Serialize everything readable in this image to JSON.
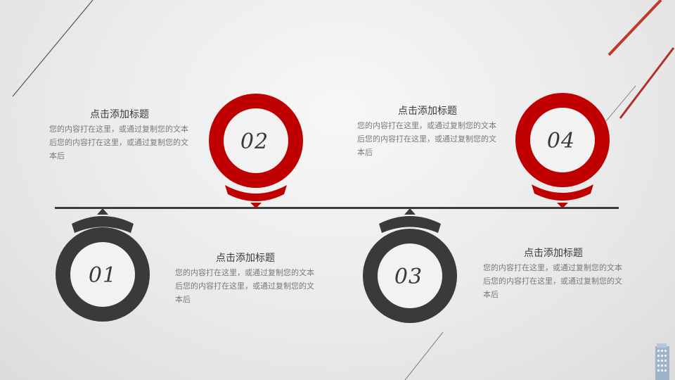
{
  "colors": {
    "accent": "#c00000",
    "dark": "#3a3a3a",
    "background": "#ebebeb"
  },
  "items": [
    {
      "number": "01",
      "title": "点击添加标题",
      "body": "您的内容打在这里，或通过复制您的文本后您的内容打在这里，或通过复制您的文本后",
      "color": "#3a3a3a"
    },
    {
      "number": "02",
      "title": "点击添加标题",
      "body": "您的内容打在这里，或通过复制您的文本后您的内容打在这里，或通过复制您的文本后",
      "color": "#c00000"
    },
    {
      "number": "03",
      "title": "点击添加标题",
      "body": "您的内容打在这里，或通过复制您的文本后您的内容打在这里，或通过复制您的文本后",
      "color": "#3a3a3a"
    },
    {
      "number": "04",
      "title": "点击添加标题",
      "body": "您的内容打在这里，或通过复制您的文本后您的内容打在这里，或通过复制您的文本后",
      "color": "#c00000"
    }
  ],
  "decor_icons": [
    "building-icon"
  ]
}
